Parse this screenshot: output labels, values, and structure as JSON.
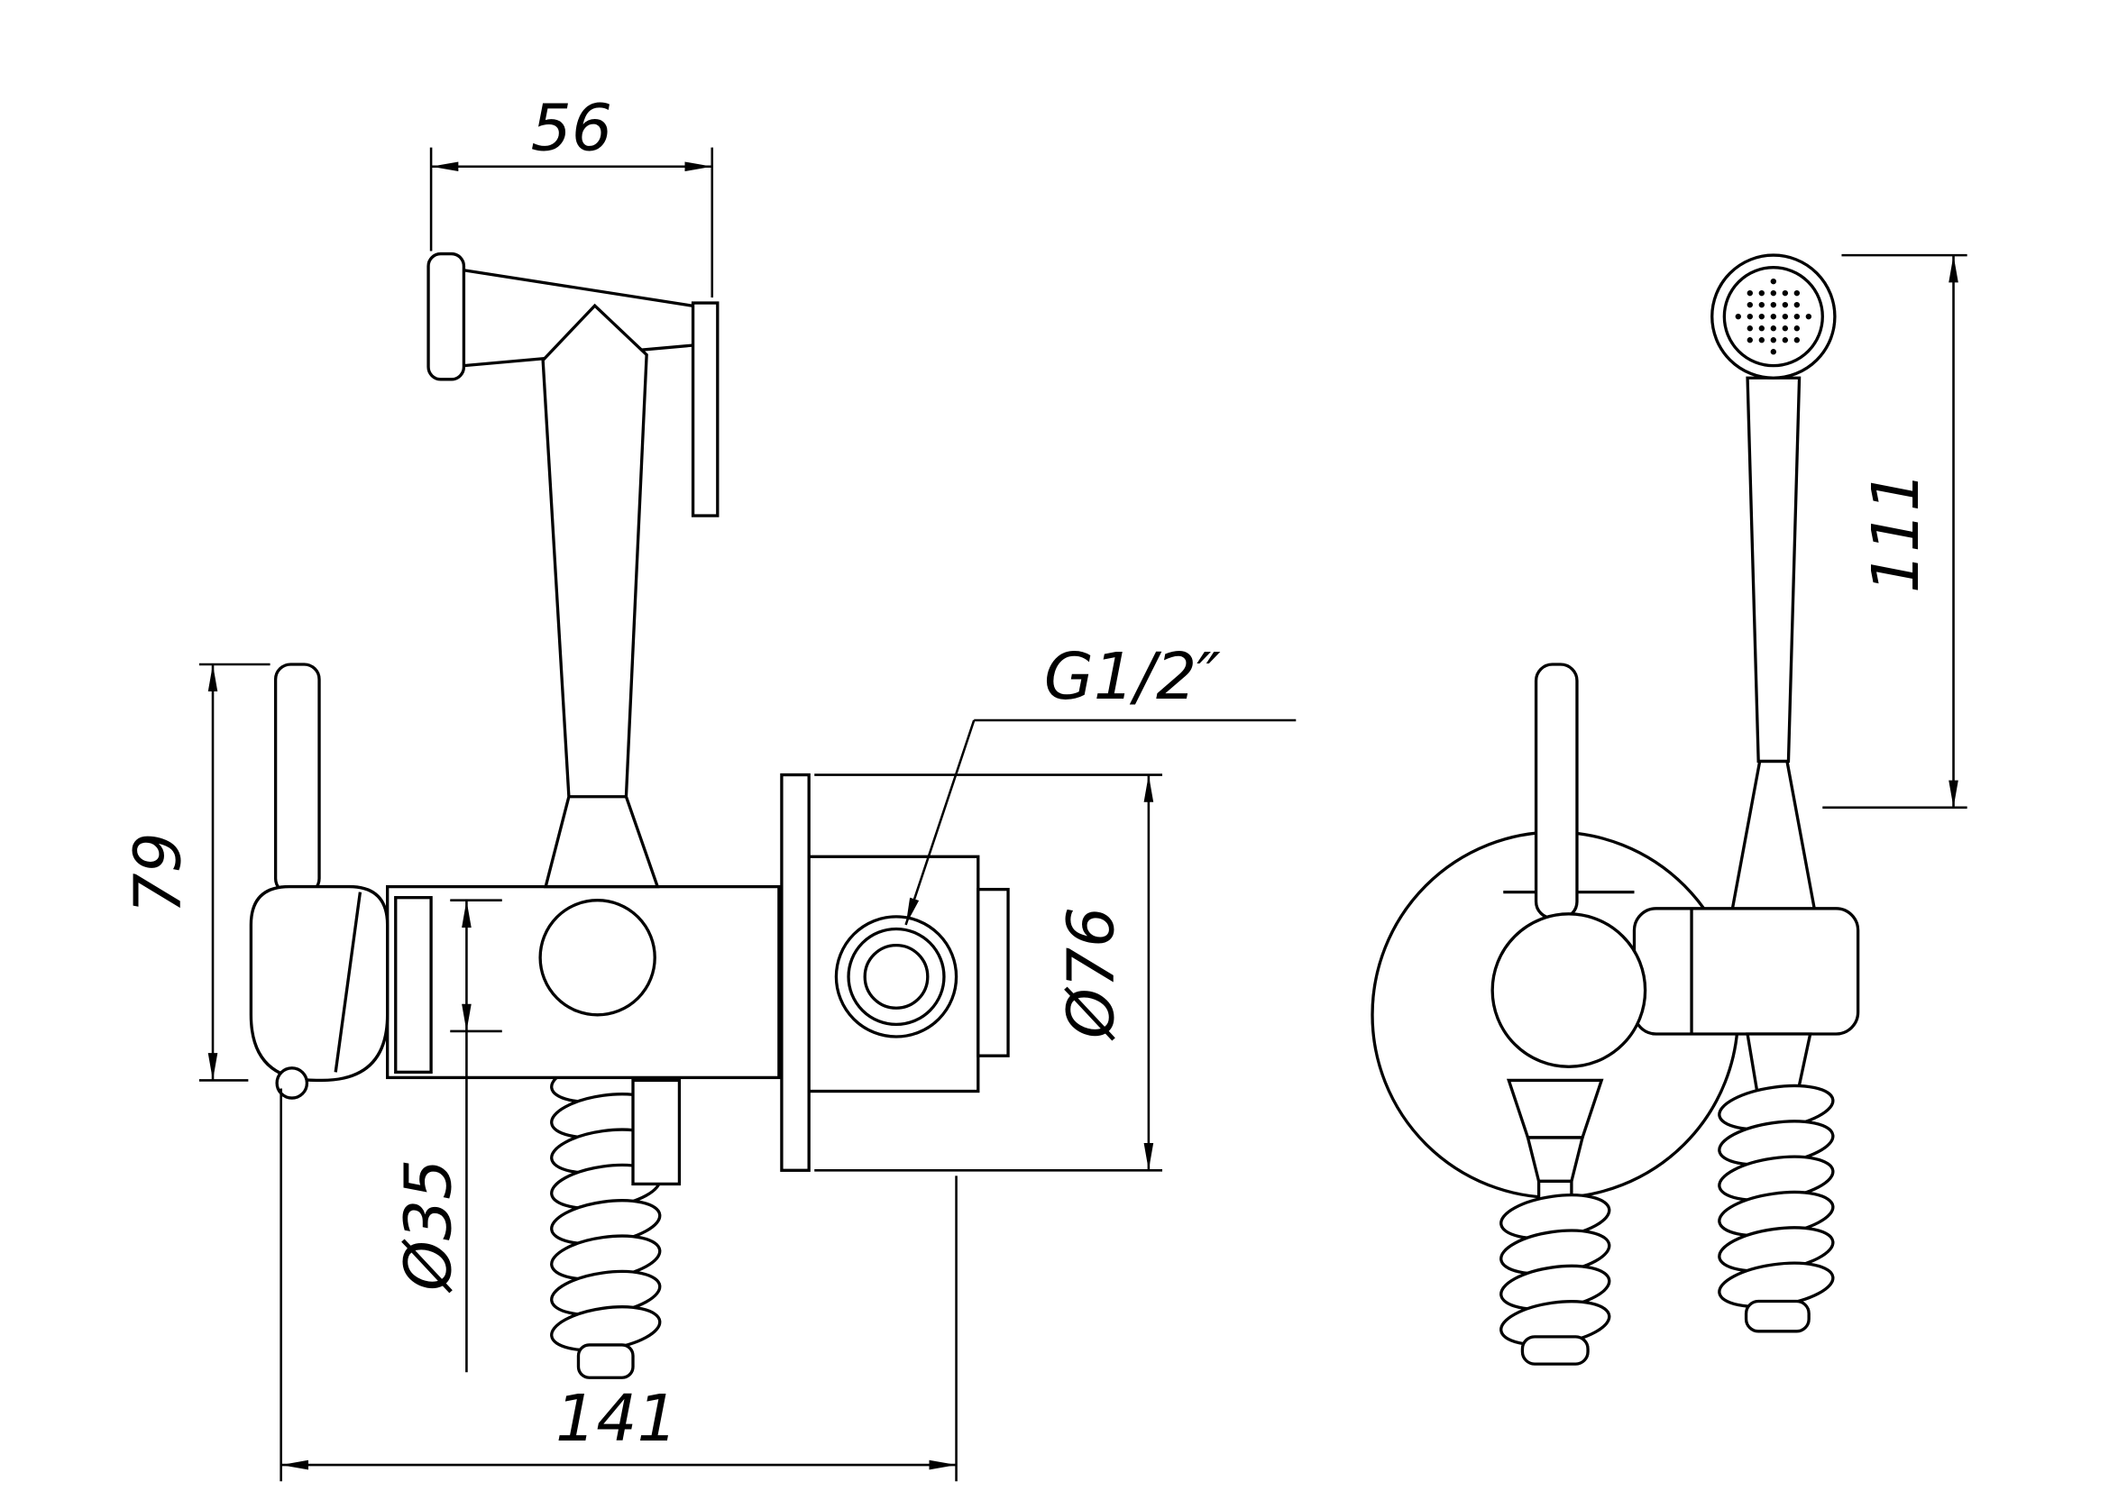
{
  "colors": {
    "background": "#ffffff",
    "line": "#000000"
  },
  "dims": {
    "head_width": "56",
    "lever_height": "79",
    "hose_nut_diameter": "Ø35",
    "overall_width": "141",
    "inlet_thread": "G1/2″",
    "flange_diameter": "Ø76",
    "handset_length": "111"
  }
}
